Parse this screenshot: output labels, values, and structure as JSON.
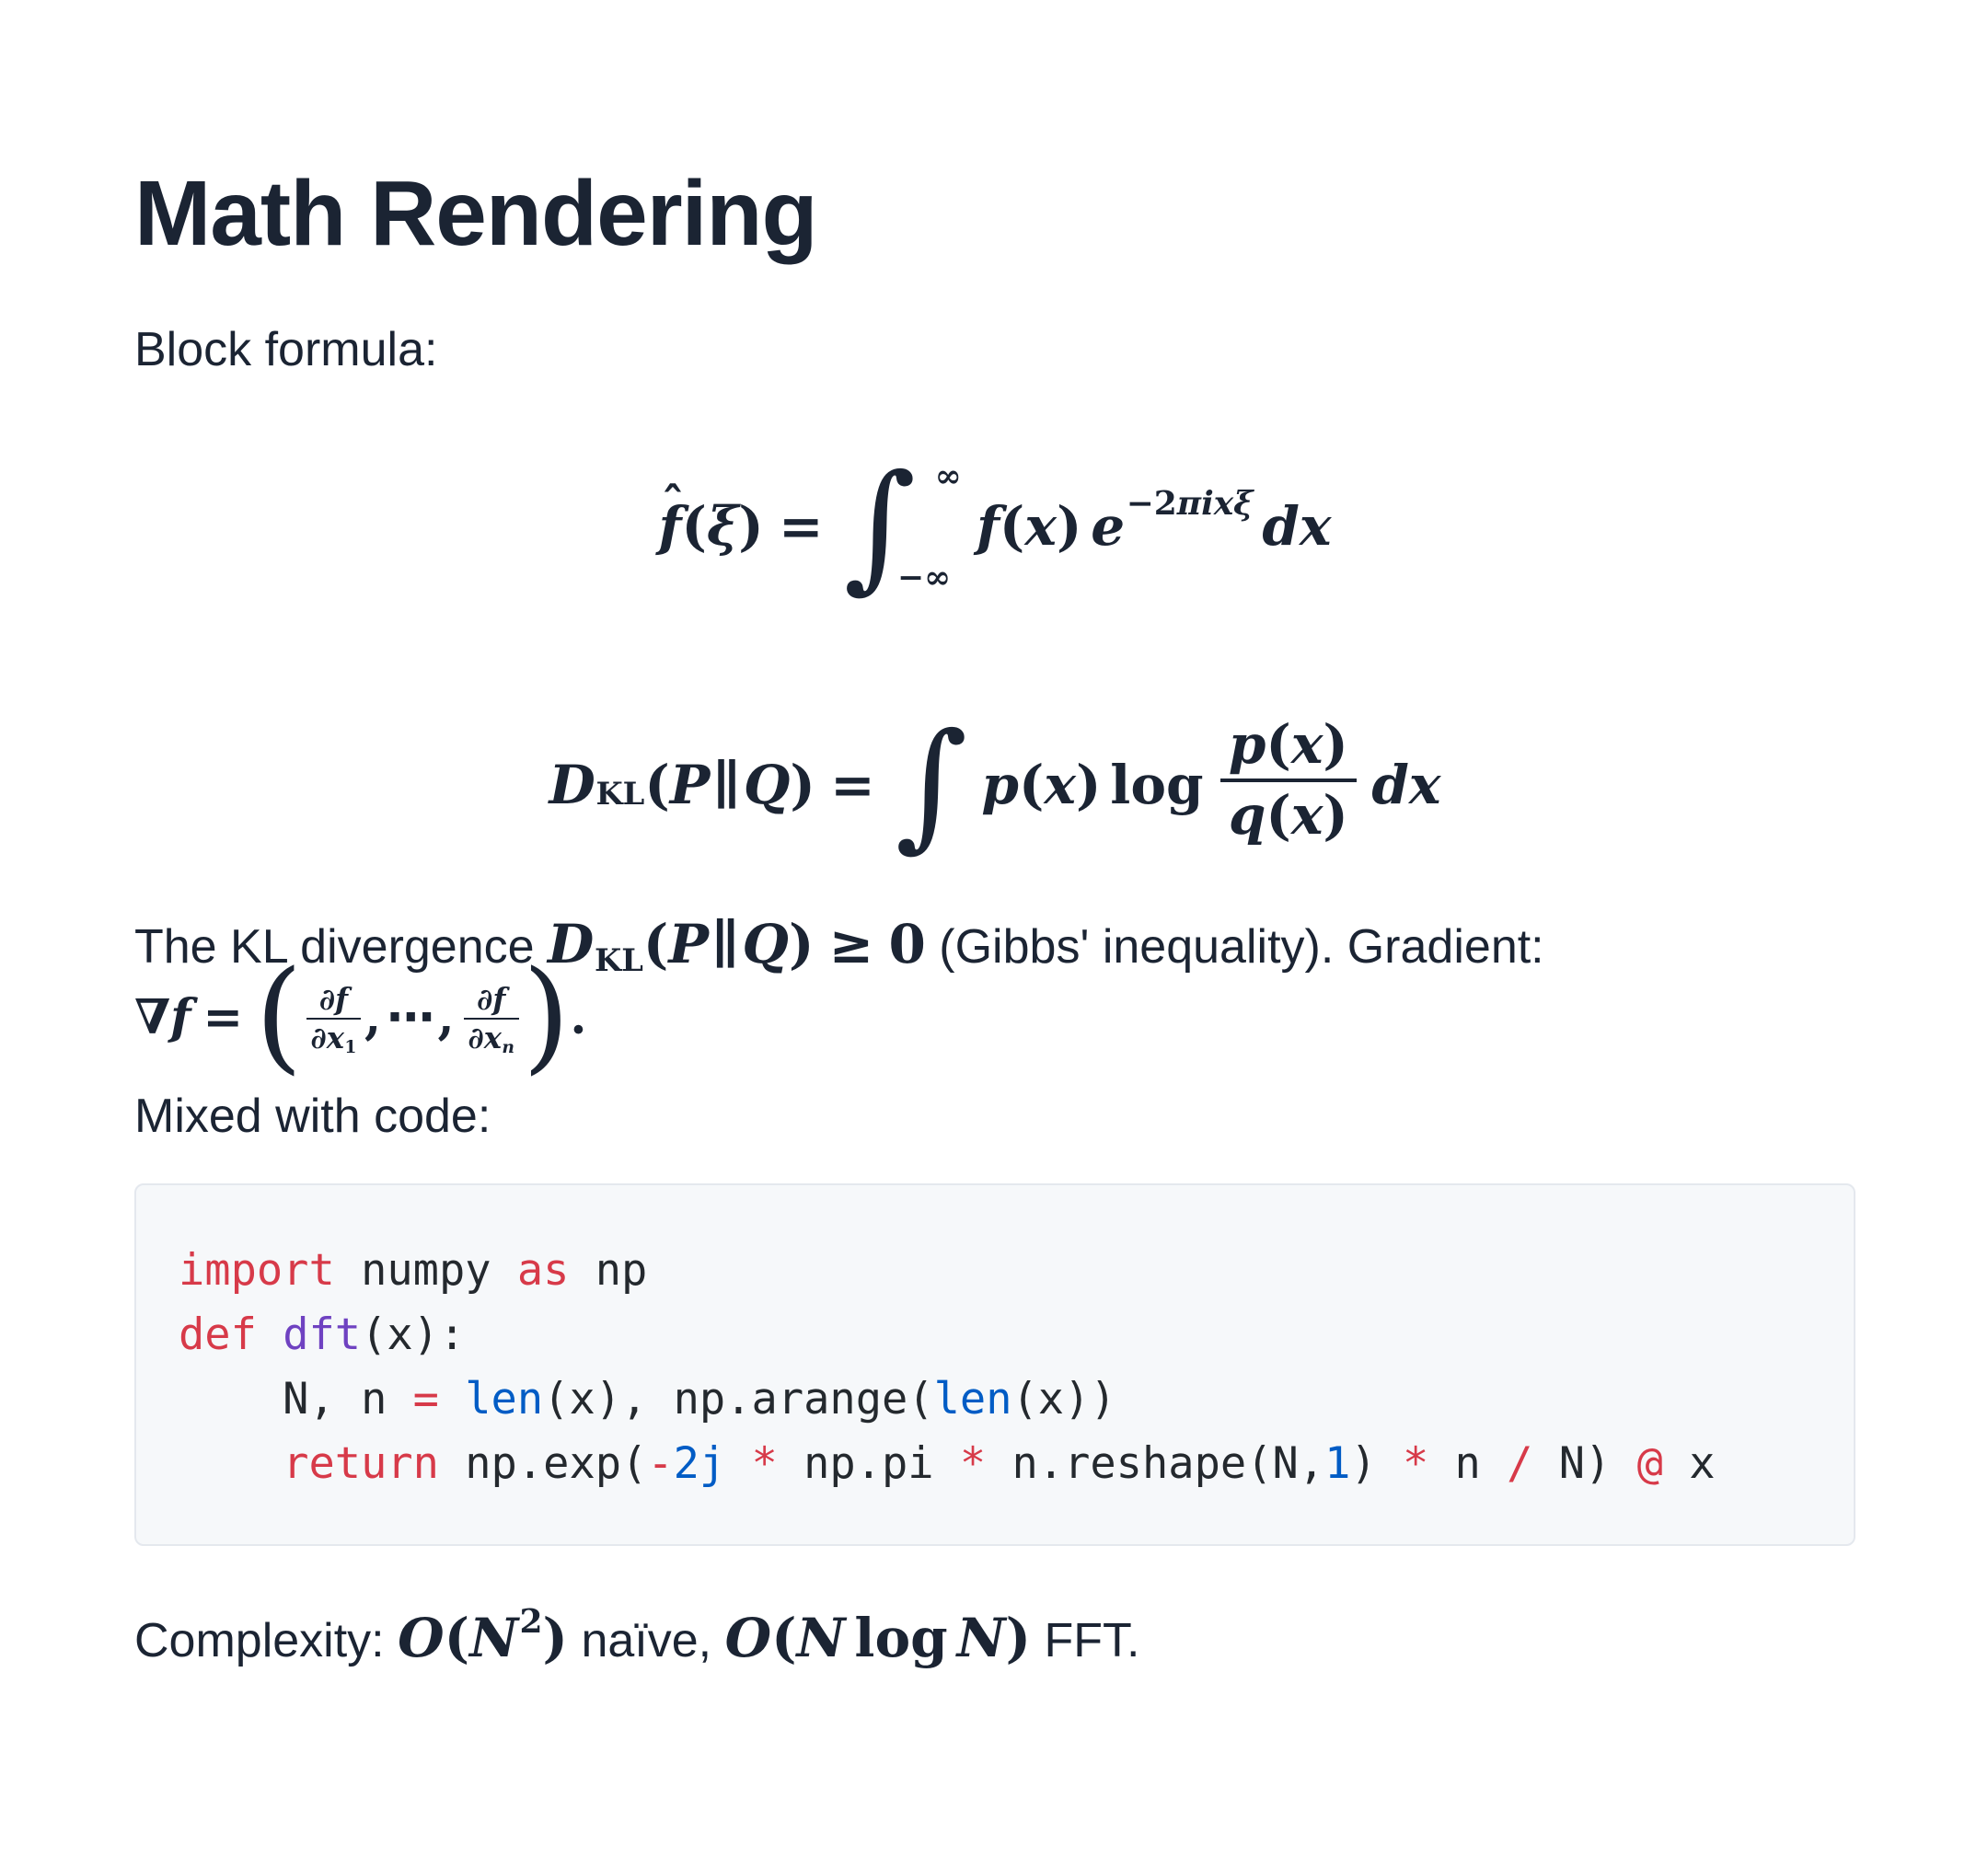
{
  "theme": {
    "background": "#ffffff",
    "text": "#1b2433",
    "code_bg": "#f6f8fa",
    "code_border": "#e4e8ee"
  },
  "page": {
    "title": "Math Rendering",
    "block_formula_label": "Block formula:",
    "mixed_code_label": "Mixed with code:"
  },
  "math": {
    "fourier": [
      [
        "hat",
        "f",
        "ˆ"
      ],
      [
        "t",
        "("
      ],
      [
        "v",
        "ξ"
      ],
      [
        "t",
        ")"
      ],
      [
        "sp",
        0.28
      ],
      [
        "t",
        "="
      ],
      [
        "sp",
        0.28
      ],
      [
        "int",
        "∫",
        "∞",
        "−∞"
      ],
      [
        "sp",
        0.18
      ],
      [
        "v",
        "f"
      ],
      [
        "t",
        "("
      ],
      [
        "v",
        "x"
      ],
      [
        "t",
        ")"
      ],
      [
        "sp",
        0.17
      ],
      [
        "v",
        "e"
      ],
      [
        "sup",
        [
          [
            "t",
            "−2"
          ],
          [
            "v",
            "πixξ"
          ]
        ]
      ],
      [
        "sp",
        0.17
      ],
      [
        "v",
        "dx"
      ]
    ],
    "kl": [
      [
        "v",
        "D"
      ],
      [
        "sub",
        [
          [
            "t",
            "KL"
          ]
        ]
      ],
      [
        "t",
        "("
      ],
      [
        "v",
        "P"
      ],
      [
        "sp",
        0.05
      ],
      [
        "t",
        "∥"
      ],
      [
        "sp",
        0.05
      ],
      [
        "v",
        "Q"
      ],
      [
        "t",
        ")"
      ],
      [
        "sp",
        0.28
      ],
      [
        "t",
        "="
      ],
      [
        "sp",
        0.28
      ],
      [
        "int",
        "∫"
      ],
      [
        "sp",
        0.16
      ],
      [
        "v",
        "p"
      ],
      [
        "t",
        "("
      ],
      [
        "v",
        "x"
      ],
      [
        "t",
        ")"
      ],
      [
        "sp",
        0.17
      ],
      [
        "t",
        "log"
      ],
      [
        "sp",
        0.2
      ],
      [
        "frac",
        [
          [
            "v",
            "p"
          ],
          [
            "t",
            "("
          ],
          [
            "v",
            "x"
          ],
          [
            "t",
            ")"
          ]
        ],
        [
          [
            "v",
            "q"
          ],
          [
            "t",
            "("
          ],
          [
            "v",
            "x"
          ],
          [
            "t",
            ")"
          ]
        ]
      ],
      [
        "sp",
        0.17
      ],
      [
        "v",
        "dx"
      ]
    ],
    "kl_inline": [
      [
        "v",
        "D"
      ],
      [
        "sub",
        [
          [
            "t",
            "KL"
          ]
        ]
      ],
      [
        "t",
        "("
      ],
      [
        "v",
        "P"
      ],
      [
        "sp",
        0.05
      ],
      [
        "t",
        "∥"
      ],
      [
        "sp",
        0.05
      ],
      [
        "v",
        "Q"
      ],
      [
        "t",
        ")"
      ],
      [
        "sp",
        0.28
      ],
      [
        "t",
        "≥"
      ],
      [
        "sp",
        0.28
      ],
      [
        "t",
        "0"
      ]
    ],
    "gradient": [
      [
        "t",
        "∇"
      ],
      [
        "v",
        "f"
      ],
      [
        "sp",
        0.25
      ],
      [
        "t",
        "="
      ],
      [
        "sp",
        0.25
      ],
      [
        "big",
        "("
      ],
      [
        "frac",
        [
          [
            "v",
            "∂f"
          ]
        ],
        [
          [
            "v",
            "∂x"
          ],
          [
            "sub",
            [
              [
                "t",
                "1"
              ]
            ]
          ]
        ]
      ],
      [
        "t",
        ","
      ],
      [
        "sp",
        0.12
      ],
      [
        "t",
        "⋯"
      ],
      [
        "sp",
        0.06
      ],
      [
        "t",
        ","
      ],
      [
        "sp",
        0.12
      ],
      [
        "frac",
        [
          [
            "v",
            "∂f"
          ]
        ],
        [
          [
            "v",
            "∂x"
          ],
          [
            "sub",
            [
              [
                "v",
                "n"
              ]
            ]
          ]
        ]
      ],
      [
        "big",
        ")"
      ],
      [
        "t",
        "."
      ]
    ],
    "complexity_naive": [
      [
        "v",
        "O"
      ],
      [
        "t",
        "("
      ],
      [
        "v",
        "N"
      ],
      [
        "sup",
        [
          [
            "t",
            "2"
          ]
        ]
      ],
      [
        "t",
        ")"
      ]
    ],
    "complexity_fft": [
      [
        "v",
        "O"
      ],
      [
        "t",
        "("
      ],
      [
        "v",
        "N"
      ],
      [
        "sp",
        0.17
      ],
      [
        "t",
        "log"
      ],
      [
        "sp",
        0.17
      ],
      [
        "v",
        "N"
      ],
      [
        "t",
        ")"
      ]
    ]
  },
  "kl_paragraph": {
    "text1": "The KL divergence ",
    "text2": " (Gibbs' inequality). Gradient:"
  },
  "complexity_paragraph": {
    "text1": "Complexity: ",
    "text2": " naïve, ",
    "text3": " FFT."
  },
  "code": {
    "colors": {
      "k": "#d73a49",
      "o": "#d73a49",
      "b": "#005cc5",
      "f": "#6f42c1",
      "p": "#24292e"
    },
    "lines": [
      [
        [
          "k",
          "import"
        ],
        [
          "p",
          " numpy "
        ],
        [
          "k",
          "as"
        ],
        [
          "p",
          " np"
        ]
      ],
      [
        [
          "k",
          "def"
        ],
        [
          "p",
          " "
        ],
        [
          "f",
          "dft"
        ],
        [
          "p",
          "(x):"
        ]
      ],
      [
        [
          "p",
          "    N, n "
        ],
        [
          "o",
          "="
        ],
        [
          "p",
          " "
        ],
        [
          "b",
          "len"
        ],
        [
          "p",
          "(x), np.arange("
        ],
        [
          "b",
          "len"
        ],
        [
          "p",
          "(x))"
        ]
      ],
      [
        [
          "p",
          "    "
        ],
        [
          "k",
          "return"
        ],
        [
          "p",
          " np.exp("
        ],
        [
          "o",
          "-"
        ],
        [
          "b",
          "2j"
        ],
        [
          "p",
          " "
        ],
        [
          "o",
          "*"
        ],
        [
          "p",
          " np.pi "
        ],
        [
          "o",
          "*"
        ],
        [
          "p",
          " n.reshape(N,"
        ],
        [
          "b",
          "1"
        ],
        [
          "p",
          ") "
        ],
        [
          "o",
          "*"
        ],
        [
          "p",
          " n "
        ],
        [
          "o",
          "/"
        ],
        [
          "p",
          " N) "
        ],
        [
          "o",
          "@"
        ],
        [
          "p",
          " x"
        ]
      ]
    ]
  }
}
